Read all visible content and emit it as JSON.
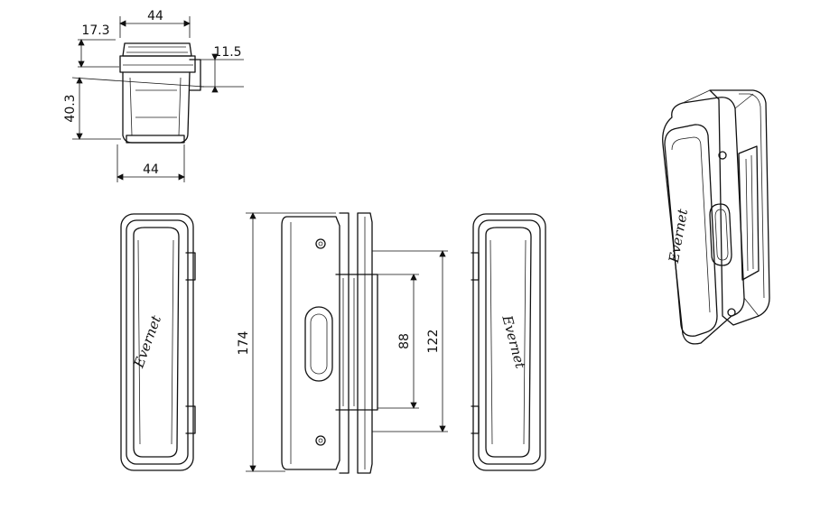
{
  "top_view": {
    "width_top": "44",
    "offset": "17.3",
    "height": "40.3",
    "side_offset": "11.5",
    "width_bottom": "44"
  },
  "side_view": {
    "total_height": "174",
    "inner_span": "88",
    "hole_span": "122"
  },
  "brand": {
    "logo_text": "Evernet"
  },
  "colors": {
    "line": "#111111",
    "background": "#ffffff"
  }
}
